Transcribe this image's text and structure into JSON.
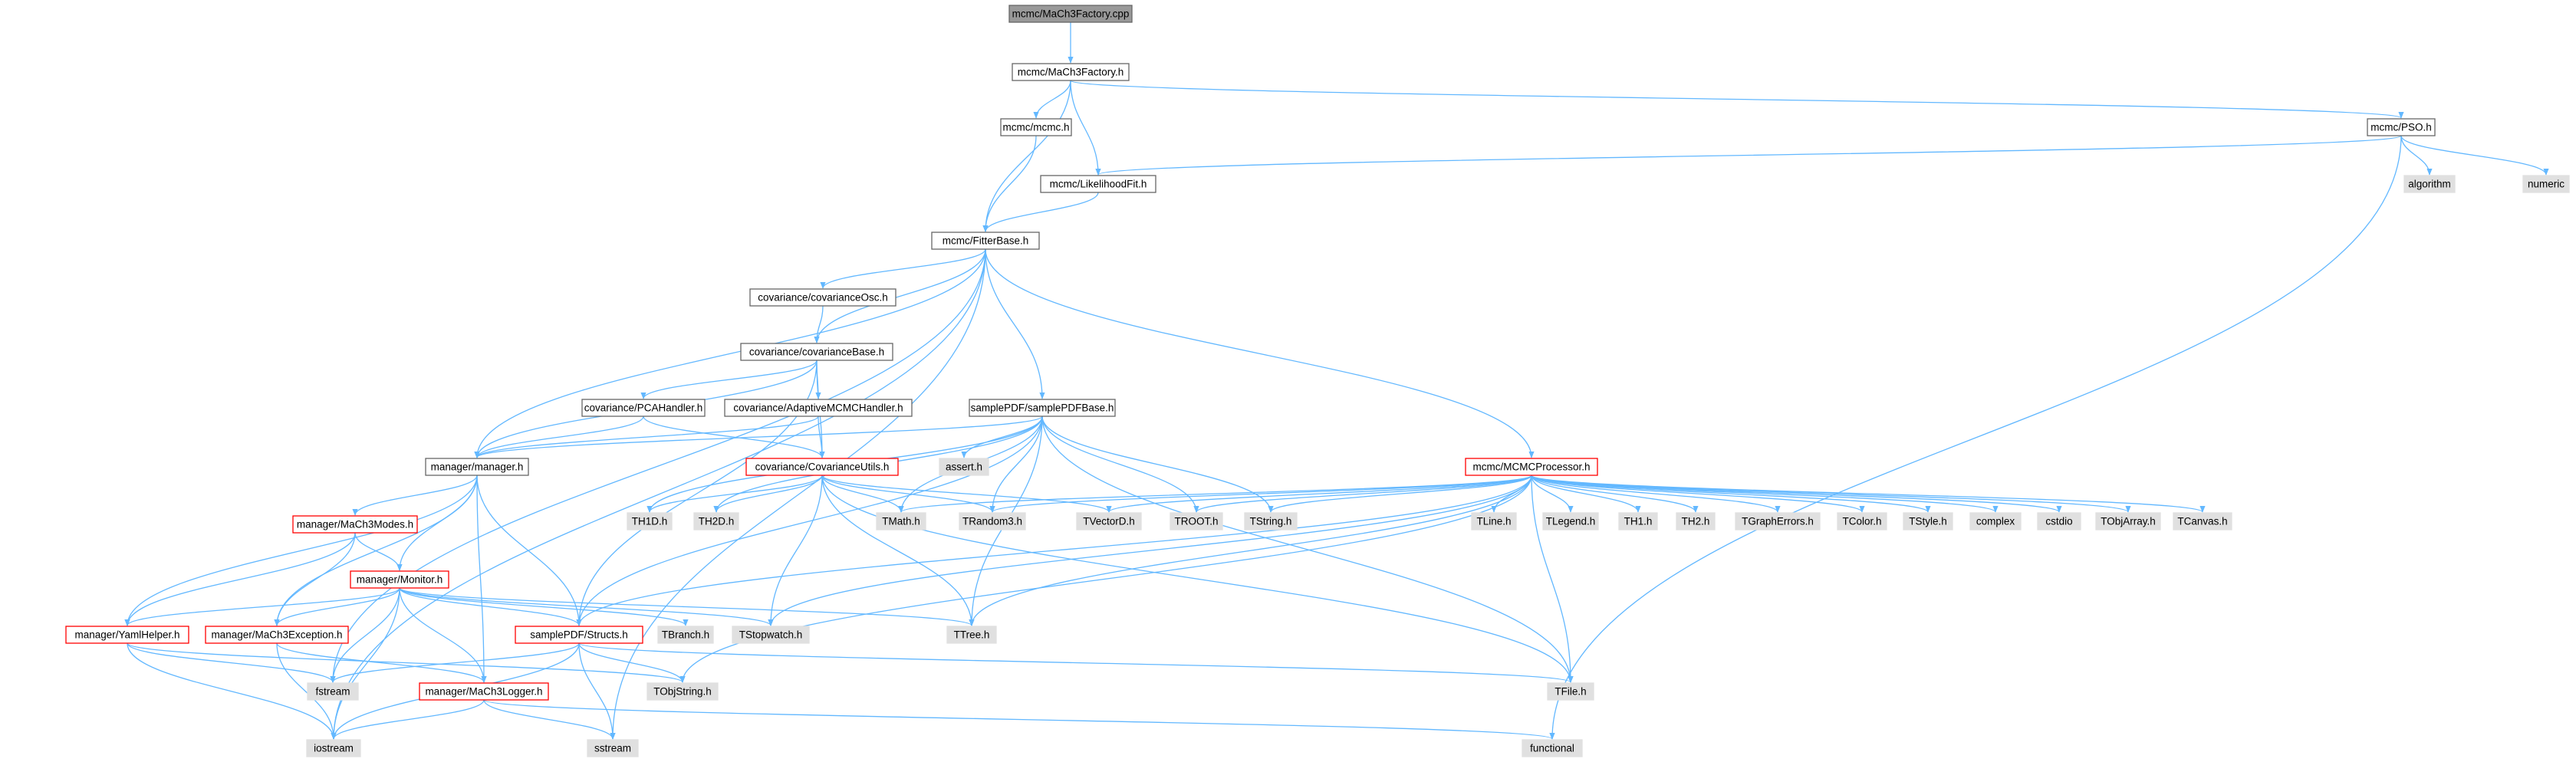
{
  "graph": {
    "colors": {
      "root_fill": "#999999",
      "root_border": "#666666",
      "doc_fill": "#ffffff",
      "doc_border": "#666666",
      "truncated_border": "#ff0000",
      "system_fill": "#e0e0e0",
      "system_border": "#e0e0e0",
      "edge": "#63b8ff"
    },
    "nodes": [
      {
        "id": "root",
        "label": "mcmc/MaCh3Factory.cpp",
        "kind": "root"
      },
      {
        "id": "factory_h",
        "label": "mcmc/MaCh3Factory.h",
        "kind": "doc"
      },
      {
        "id": "mcmc_h",
        "label": "mcmc/mcmc.h",
        "kind": "doc"
      },
      {
        "id": "pso_h",
        "label": "mcmc/PSO.h",
        "kind": "doc"
      },
      {
        "id": "likelihood_h",
        "label": "mcmc/LikelihoodFit.h",
        "kind": "doc"
      },
      {
        "id": "algorithm",
        "label": "algorithm",
        "kind": "system"
      },
      {
        "id": "numeric",
        "label": "numeric",
        "kind": "system"
      },
      {
        "id": "fitterbase_h",
        "label": "mcmc/FitterBase.h",
        "kind": "doc"
      },
      {
        "id": "covosc_h",
        "label": "covariance/covarianceOsc.h",
        "kind": "doc"
      },
      {
        "id": "covbase_h",
        "label": "covariance/covarianceBase.h",
        "kind": "doc"
      },
      {
        "id": "pca_h",
        "label": "covariance/PCAHandler.h",
        "kind": "doc"
      },
      {
        "id": "adaptive_h",
        "label": "covariance/AdaptiveMCMCHandler.h",
        "kind": "doc"
      },
      {
        "id": "samplepdfbase_h",
        "label": "samplePDF/samplePDFBase.h",
        "kind": "doc"
      },
      {
        "id": "manager_h",
        "label": "manager/manager.h",
        "kind": "doc"
      },
      {
        "id": "covutils_h",
        "label": "covariance/CovarianceUtils.h",
        "kind": "truncated"
      },
      {
        "id": "assert_h",
        "label": "assert.h",
        "kind": "system"
      },
      {
        "id": "mcmcprocessor_h",
        "label": "mcmc/MCMCProcessor.h",
        "kind": "truncated"
      },
      {
        "id": "modes_h",
        "label": "manager/MaCh3Modes.h",
        "kind": "truncated"
      },
      {
        "id": "monitor_h",
        "label": "manager/Monitor.h",
        "kind": "truncated"
      },
      {
        "id": "th1d_h",
        "label": "TH1D.h",
        "kind": "system"
      },
      {
        "id": "th2d_h",
        "label": "TH2D.h",
        "kind": "system"
      },
      {
        "id": "tmath_h",
        "label": "TMath.h",
        "kind": "system"
      },
      {
        "id": "trandom3_h",
        "label": "TRandom3.h",
        "kind": "system"
      },
      {
        "id": "tvectord_h",
        "label": "TVectorD.h",
        "kind": "system"
      },
      {
        "id": "troot_h",
        "label": "TROOT.h",
        "kind": "system"
      },
      {
        "id": "tstring_h",
        "label": "TString.h",
        "kind": "system"
      },
      {
        "id": "tline_h",
        "label": "TLine.h",
        "kind": "system"
      },
      {
        "id": "tlegend_h",
        "label": "TLegend.h",
        "kind": "system"
      },
      {
        "id": "th1_h",
        "label": "TH1.h",
        "kind": "system"
      },
      {
        "id": "th2_h",
        "label": "TH2.h",
        "kind": "system"
      },
      {
        "id": "tgrapherrors_h",
        "label": "TGraphErrors.h",
        "kind": "system"
      },
      {
        "id": "tcolor_h",
        "label": "TColor.h",
        "kind": "system"
      },
      {
        "id": "tstyle_h",
        "label": "TStyle.h",
        "kind": "system"
      },
      {
        "id": "complex",
        "label": "complex",
        "kind": "system"
      },
      {
        "id": "cstdio",
        "label": "cstdio",
        "kind": "system"
      },
      {
        "id": "tobjarray_h",
        "label": "TObjArray.h",
        "kind": "system"
      },
      {
        "id": "tcanvas_h",
        "label": "TCanvas.h",
        "kind": "system"
      },
      {
        "id": "yamlhelper_h",
        "label": "manager/YamlHelper.h",
        "kind": "truncated"
      },
      {
        "id": "exception_h",
        "label": "manager/MaCh3Exception.h",
        "kind": "truncated"
      },
      {
        "id": "structs_h",
        "label": "samplePDF/Structs.h",
        "kind": "truncated"
      },
      {
        "id": "tbranch_h",
        "label": "TBranch.h",
        "kind": "system"
      },
      {
        "id": "tstopwatch_h",
        "label": "TStopwatch.h",
        "kind": "system"
      },
      {
        "id": "ttree_h",
        "label": "TTree.h",
        "kind": "system"
      },
      {
        "id": "fstream",
        "label": "fstream",
        "kind": "system"
      },
      {
        "id": "logger_h",
        "label": "manager/MaCh3Logger.h",
        "kind": "truncated"
      },
      {
        "id": "tobjstring_h",
        "label": "TObjString.h",
        "kind": "system"
      },
      {
        "id": "tfile_h",
        "label": "TFile.h",
        "kind": "system"
      },
      {
        "id": "iostream",
        "label": "iostream",
        "kind": "system"
      },
      {
        "id": "sstream",
        "label": "sstream",
        "kind": "system"
      },
      {
        "id": "functional",
        "label": "functional",
        "kind": "system"
      }
    ],
    "edges": [
      [
        "root",
        "factory_h"
      ],
      [
        "factory_h",
        "fitterbase_h"
      ],
      [
        "factory_h",
        "mcmc_h"
      ],
      [
        "factory_h",
        "likelihood_h"
      ],
      [
        "factory_h",
        "pso_h"
      ],
      [
        "mcmc_h",
        "fitterbase_h"
      ],
      [
        "likelihood_h",
        "fitterbase_h"
      ],
      [
        "pso_h",
        "likelihood_h"
      ],
      [
        "pso_h",
        "algorithm"
      ],
      [
        "pso_h",
        "numeric"
      ],
      [
        "pso_h",
        "functional"
      ],
      [
        "fitterbase_h",
        "manager_h"
      ],
      [
        "fitterbase_h",
        "covosc_h"
      ],
      [
        "fitterbase_h",
        "covbase_h"
      ],
      [
        "fitterbase_h",
        "samplepdfbase_h"
      ],
      [
        "fitterbase_h",
        "mcmcprocessor_h"
      ],
      [
        "fitterbase_h",
        "iostream"
      ],
      [
        "fitterbase_h",
        "fstream"
      ],
      [
        "fitterbase_h",
        "sstream"
      ],
      [
        "covosc_h",
        "covbase_h"
      ],
      [
        "covbase_h",
        "manager_h"
      ],
      [
        "covbase_h",
        "pca_h"
      ],
      [
        "covbase_h",
        "adaptive_h"
      ],
      [
        "covbase_h",
        "covutils_h"
      ],
      [
        "covbase_h",
        "structs_h"
      ],
      [
        "pca_h",
        "manager_h"
      ],
      [
        "pca_h",
        "covutils_h"
      ],
      [
        "adaptive_h",
        "manager_h"
      ],
      [
        "adaptive_h",
        "covutils_h"
      ],
      [
        "samplepdfbase_h",
        "manager_h"
      ],
      [
        "samplepdfbase_h",
        "assert_h"
      ],
      [
        "samplepdfbase_h",
        "th1d_h"
      ],
      [
        "samplepdfbase_h",
        "th2d_h"
      ],
      [
        "samplepdfbase_h",
        "tmath_h"
      ],
      [
        "samplepdfbase_h",
        "trandom3_h"
      ],
      [
        "samplepdfbase_h",
        "troot_h"
      ],
      [
        "samplepdfbase_h",
        "tstring_h"
      ],
      [
        "samplepdfbase_h",
        "ttree_h"
      ],
      [
        "samplepdfbase_h",
        "structs_h"
      ],
      [
        "samplepdfbase_h",
        "tfile_h"
      ],
      [
        "covutils_h",
        "th1d_h"
      ],
      [
        "covutils_h",
        "th2d_h"
      ],
      [
        "covutils_h",
        "tmath_h"
      ],
      [
        "covutils_h",
        "trandom3_h"
      ],
      [
        "covutils_h",
        "tvectord_h"
      ],
      [
        "covutils_h",
        "tstopwatch_h"
      ],
      [
        "covutils_h",
        "ttree_h"
      ],
      [
        "covutils_h",
        "tfile_h"
      ],
      [
        "manager_h",
        "modes_h"
      ],
      [
        "manager_h",
        "monitor_h"
      ],
      [
        "manager_h",
        "yamlhelper_h"
      ],
      [
        "manager_h",
        "exception_h"
      ],
      [
        "manager_h",
        "structs_h"
      ],
      [
        "manager_h",
        "logger_h"
      ],
      [
        "modes_h",
        "monitor_h"
      ],
      [
        "modes_h",
        "yamlhelper_h"
      ],
      [
        "modes_h",
        "exception_h"
      ],
      [
        "monitor_h",
        "yamlhelper_h"
      ],
      [
        "monitor_h",
        "exception_h"
      ],
      [
        "monitor_h",
        "structs_h"
      ],
      [
        "monitor_h",
        "tbranch_h"
      ],
      [
        "monitor_h",
        "tstopwatch_h"
      ],
      [
        "monitor_h",
        "ttree_h"
      ],
      [
        "monitor_h",
        "fstream"
      ],
      [
        "monitor_h",
        "logger_h"
      ],
      [
        "monitor_h",
        "iostream"
      ],
      [
        "yamlhelper_h",
        "fstream"
      ],
      [
        "yamlhelper_h",
        "tobjstring_h"
      ],
      [
        "yamlhelper_h",
        "iostream"
      ],
      [
        "exception_h",
        "logger_h"
      ],
      [
        "exception_h",
        "iostream"
      ],
      [
        "structs_h",
        "fstream"
      ],
      [
        "structs_h",
        "tobjstring_h"
      ],
      [
        "structs_h",
        "tfile_h"
      ],
      [
        "structs_h",
        "iostream"
      ],
      [
        "structs_h",
        "sstream"
      ],
      [
        "logger_h",
        "iostream"
      ],
      [
        "logger_h",
        "sstream"
      ],
      [
        "logger_h",
        "functional"
      ],
      [
        "mcmcprocessor_h",
        "tmath_h"
      ],
      [
        "mcmcprocessor_h",
        "trandom3_h"
      ],
      [
        "mcmcprocessor_h",
        "tvectord_h"
      ],
      [
        "mcmcprocessor_h",
        "troot_h"
      ],
      [
        "mcmcprocessor_h",
        "tstring_h"
      ],
      [
        "mcmcprocessor_h",
        "tline_h"
      ],
      [
        "mcmcprocessor_h",
        "tlegend_h"
      ],
      [
        "mcmcprocessor_h",
        "th1_h"
      ],
      [
        "mcmcprocessor_h",
        "th2_h"
      ],
      [
        "mcmcprocessor_h",
        "tgrapherrors_h"
      ],
      [
        "mcmcprocessor_h",
        "tcolor_h"
      ],
      [
        "mcmcprocessor_h",
        "tstyle_h"
      ],
      [
        "mcmcprocessor_h",
        "complex"
      ],
      [
        "mcmcprocessor_h",
        "cstdio"
      ],
      [
        "mcmcprocessor_h",
        "tobjarray_h"
      ],
      [
        "mcmcprocessor_h",
        "tcanvas_h"
      ],
      [
        "mcmcprocessor_h",
        "structs_h"
      ],
      [
        "mcmcprocessor_h",
        "tstopwatch_h"
      ],
      [
        "mcmcprocessor_h",
        "ttree_h"
      ],
      [
        "mcmcprocessor_h",
        "tobjstring_h"
      ],
      [
        "mcmcprocessor_h",
        "tfile_h"
      ]
    ]
  }
}
